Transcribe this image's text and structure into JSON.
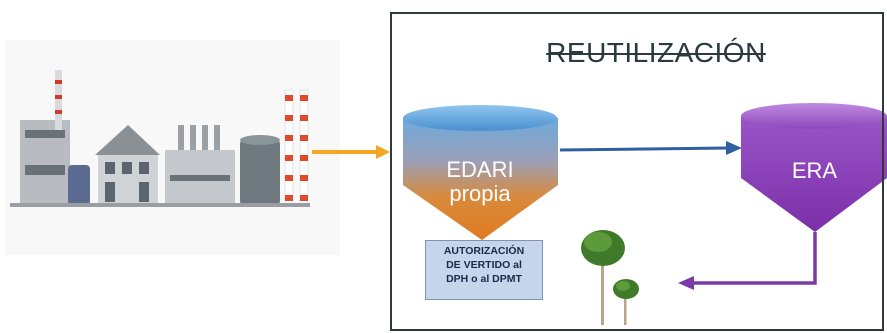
{
  "title": "REUTILIZACIÓN",
  "edari": {
    "line1": "EDARI",
    "line2": "propia"
  },
  "era": {
    "label": "ERA"
  },
  "authorization": {
    "line1": "AUTORIZACIÓN",
    "line2": "DE VERTIDO al",
    "line3": "DPH o al DPMT"
  },
  "icons": [
    "factory-icon",
    "edari-tank-icon",
    "era-tank-icon",
    "trees-icon"
  ],
  "colors": {
    "flow_orange": "#f5a623",
    "flow_blue": "#2e5fa0",
    "flow_purple": "#7a3aa8",
    "era_purple": "#8c3fb0",
    "edari_blue": "#6fa8d8",
    "edari_orange": "#d9822b"
  }
}
